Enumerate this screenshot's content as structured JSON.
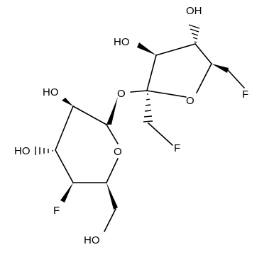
{
  "structure": {
    "atoms": [
      {
        "id": "oh_top_right",
        "label": "OH"
      },
      {
        "id": "ho_top",
        "label": "HO"
      },
      {
        "id": "o_ring_furanose",
        "label": "O"
      },
      {
        "id": "f_right",
        "label": "F"
      },
      {
        "id": "o_glycosidic",
        "label": "O"
      },
      {
        "id": "f_middle",
        "label": "F"
      },
      {
        "id": "ho_left_upper",
        "label": "HO"
      },
      {
        "id": "ho_left_lower",
        "label": "HO"
      },
      {
        "id": "o_ring_pyranose",
        "label": "O"
      },
      {
        "id": "f_left",
        "label": "F"
      },
      {
        "id": "ho_bottom",
        "label": "HO"
      }
    ]
  },
  "colors": {
    "ink": "#000000",
    "background": "#ffffff"
  }
}
